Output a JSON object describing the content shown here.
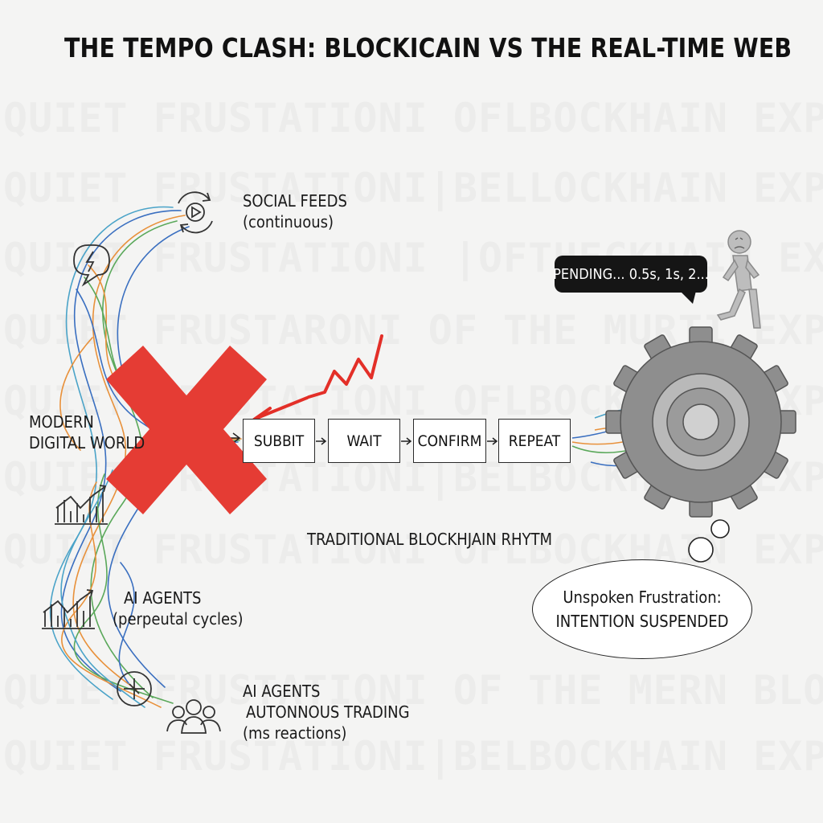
{
  "title": "THE TEMPO CLASH: BLOCKICAIN VS THE REAL-TIME WEB",
  "watermark_lines": [
    "QUIET FRUSTATIONI OFLBOCKHAIN EXPERIEINCE",
    "QUIET FRUSTATIONI|BELLOCKHAIN EXPERIEINCE",
    "QUIET FRUSTATIONI |OFTHECKHAIN EXPERIEINCE",
    "QUIET FRUSTARONI OF THE MURTI EXPERIEINCE",
    "QUIET FRUSTATIONI OFLBOCKHAIN EXPERIEINCE",
    "QUIET FRUSTATIONI|BELBOCKHAIN EXPERIEINCE",
    "QUIET FRUSTATIONI OFLBOCKHAIN EXPERIEINCE",
    "QUIET FRUSTATIONI OF THE MERN BLOERIEINCE",
    "QUIET FRUSTATIONI|BELBOCKHAIN EXPERIEINCE"
  ],
  "left_labels": {
    "social_feeds": {
      "line1": "SOCIAL FEEDS",
      "line2": "(continuous)"
    },
    "modern_world": {
      "line1": "MODERN",
      "line2": "DIGITAL WORLD"
    },
    "ai_agents": {
      "line1": "AI AGENTS",
      "line2": "(perpeutal cycles)"
    },
    "ai_trading": {
      "line1": "AI AGENTS",
      "line2": "AUTONNOUS TRADING",
      "line3": "(ms reactions)"
    }
  },
  "flow_steps": [
    "SUBBIT",
    "WAIT",
    "CONFIRM",
    "REPEAT"
  ],
  "rhythm_label": "TRADITIONAL BLOCKHJAIN RHYTM",
  "callout_text": "PENDING... 0.5s, 1s, 2...",
  "thought_bubble": {
    "line1": "Unspoken Frustration:",
    "line2": "INTENTION SUSPENDED"
  },
  "icons": [
    "sync-play-icon",
    "lightning-chat-icon",
    "chart-growth-icon",
    "chart-growth-icon",
    "crosshair-icon",
    "people-group-icon",
    "gear-icon",
    "walking-person-icon",
    "red-x-icon",
    "zigzag-arrow-icon"
  ],
  "colors": {
    "x_red": "#e53c34",
    "zigzag_red": "#e32f28",
    "gear_gray": "#8e8e8e",
    "callout_bg": "#151515",
    "stream_blue": "#3a6fc0",
    "stream_orange": "#e8913b",
    "stream_green": "#5aa85a",
    "stream_teal": "#4aa3c8"
  }
}
